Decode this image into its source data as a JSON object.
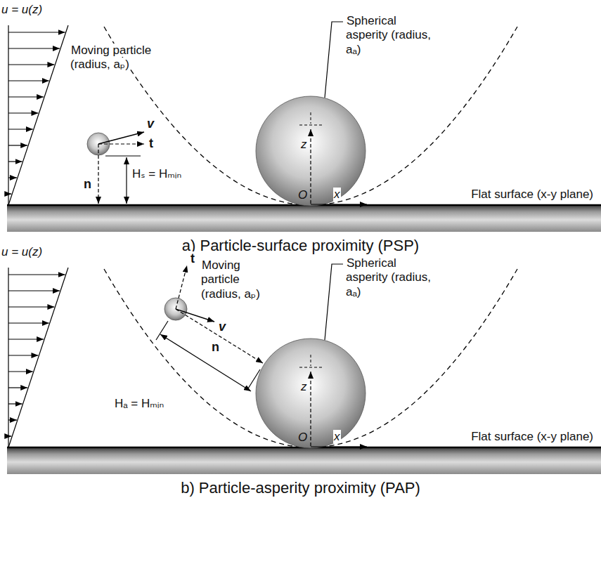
{
  "diagram": {
    "labels": [
      "u = u(z)",
      "Moving particle (radius, aₚ)",
      "v",
      "t",
      "n",
      "Hₛ = Hₘᵢₙ",
      "Spherical asperity (radius, aₐ)",
      "z",
      "O",
      "x",
      "Flat surface (x-y plane)",
      "a) Particle-surface proximity (PSP)",
      "u = u(z)",
      "t",
      "Moving particle (radius, aₚ)",
      "v",
      "n",
      "Spherical asperity (radius, aₐ)",
      "Hₐ = Hₘᵢₙ",
      "z",
      "O",
      "x",
      "Flat surface (x-y plane)",
      "b) Particle-asperity proximity (PAP)"
    ]
  }
}
